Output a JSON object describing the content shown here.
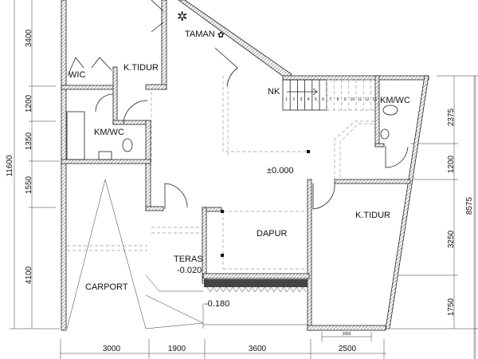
{
  "rooms": {
    "taman": "TAMAN",
    "k_tidur_1": "K.TIDUR",
    "wic": "WIC",
    "km_wc_1": "KM/WC",
    "nk": "NK",
    "km_wc_2": "KM/WC",
    "level_main": "±0.000",
    "k_tidur_2": "K.TIDUR",
    "dapur": "DAPUR",
    "teras": "TERAS",
    "teras_level": "-0.020",
    "carport": "CARPORT",
    "carport_level": "-0.180"
  },
  "stairs": [
    "1",
    "2",
    "3",
    "4",
    "5",
    "6",
    "7",
    "8",
    "9",
    "10",
    "11",
    "12",
    "13"
  ],
  "dimensions": {
    "left": [
      "3400",
      "1200",
      "1350",
      "1550",
      "4100"
    ],
    "left_total": "11600",
    "right": [
      "2375",
      "1200",
      "3250",
      "1750"
    ],
    "right_total": "8575",
    "bottom": [
      "3000",
      "1900",
      "3600",
      "2500"
    ],
    "window": "1650"
  }
}
